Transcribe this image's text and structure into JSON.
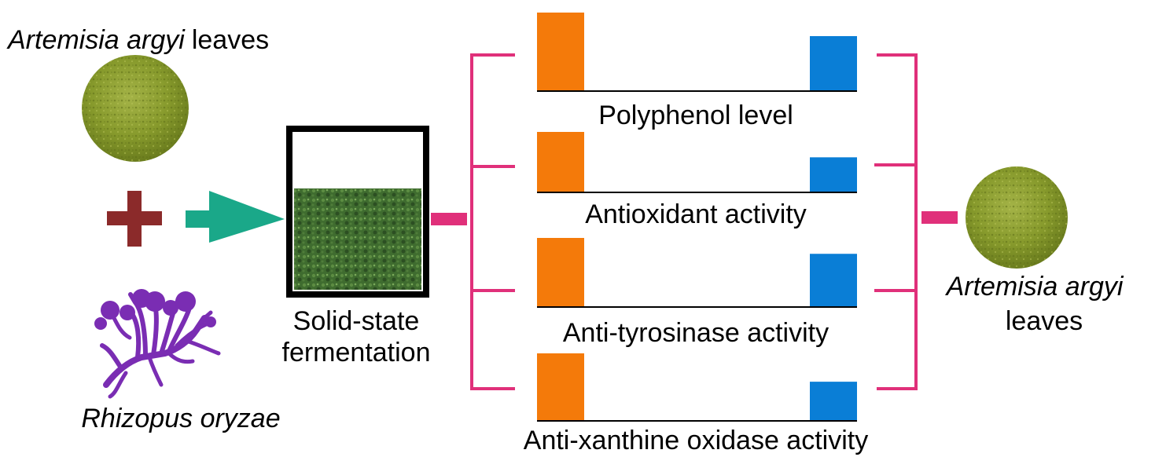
{
  "inputs": {
    "leaves_species": "Artemisia argyi",
    "leaves_word": "leaves",
    "fungus_label": "Rhizopus oryzae"
  },
  "process": {
    "line1": "Solid-state",
    "line2": "fermentation"
  },
  "metrics": [
    {
      "label": "Polyphenol level",
      "before": 1.0,
      "after": 0.7
    },
    {
      "label": "Antioxidant activity",
      "before": 1.0,
      "after": 0.58
    },
    {
      "label": "Anti-tyrosinase activity",
      "before": 1.0,
      "after": 0.77
    },
    {
      "label": "Anti-xanthine oxidase activity",
      "before": 1.0,
      "after": 0.58
    }
  ],
  "output": {
    "species": "Artemisia argyi",
    "word": "leaves"
  },
  "colors": {
    "before_bar": "#f47a0a",
    "after_bar": "#0a7ed6",
    "bracket": "#e0307a",
    "plus": "#8b2a2a",
    "arrow": "#1aa889",
    "fungus": "#7a2db3",
    "powder": "#8a9a2e",
    "ferment": "#3d6b2e"
  }
}
